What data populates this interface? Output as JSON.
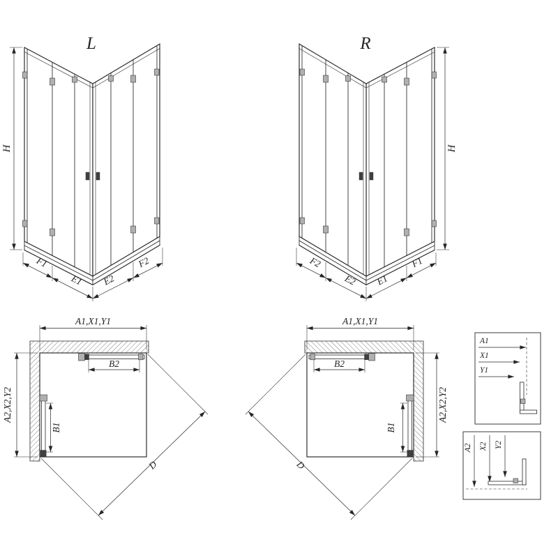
{
  "colors": {
    "line": "#262626",
    "hatch": "#6f6f6f",
    "hardware": "#b0b0b0",
    "hardware_dark": "#3f3f3f",
    "bg": "#ffffff"
  },
  "views": {
    "l3d": {
      "label": "L",
      "dim_height": "H",
      "dim_f1": "F1",
      "dim_e1": "E1",
      "dim_e2": "E2",
      "dim_f2": "F2"
    },
    "r3d": {
      "label": "R",
      "dim_height": "H",
      "dim_f1": "F1",
      "dim_e1": "E1",
      "dim_e2": "E2",
      "dim_f2": "F2"
    },
    "plan_l": {
      "dim_top": "A1,X1,Y1",
      "dim_side": "A2,X2,Y2",
      "dim_b2": "B2",
      "dim_b1": "B1",
      "dim_diag": "D"
    },
    "plan_r": {
      "dim_top": "A1,X1,Y1",
      "dim_side": "A2,X2,Y2",
      "dim_b2": "B2",
      "dim_b1": "B1",
      "dim_diag": "D"
    },
    "detail_1": {
      "label_a": "A1",
      "label_x": "X1",
      "label_y": "Y1"
    },
    "detail_2": {
      "label_a": "A2",
      "label_x": "X2",
      "label_y": "Y2"
    }
  }
}
